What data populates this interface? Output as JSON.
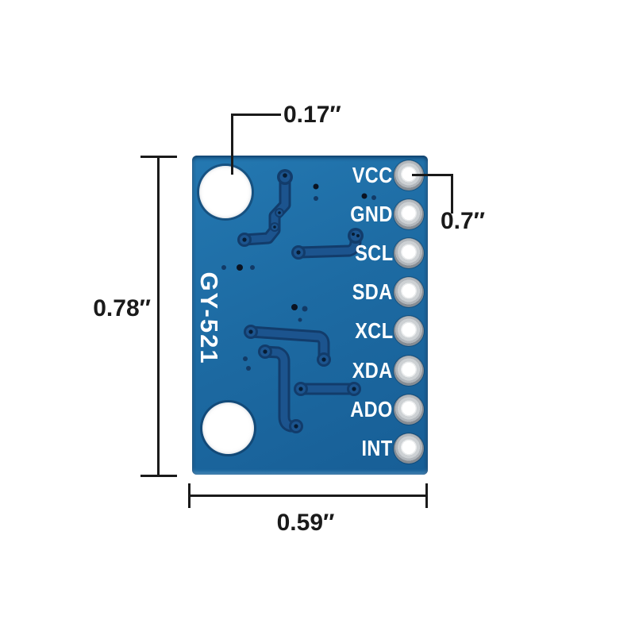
{
  "module": {
    "silkscreen": "GY-521",
    "pins": [
      "VCC",
      "GND",
      "SCL",
      "SDA",
      "XCL",
      "XDA",
      "ADO",
      "INT"
    ]
  },
  "dimensions": {
    "mount_hole_diameter": "0.17″",
    "board_height": "0.78″",
    "board_width": "0.59″",
    "pin_offset": "0.7″"
  },
  "colors": {
    "pcb_blue": "#1d6ba3",
    "trace_blue": "#1c548e",
    "trace_outline": "#123c6b",
    "silkscreen_white": "#ffffff",
    "pad_silver": "#cdd1d4",
    "annotation_black": "#1a1a1a"
  }
}
